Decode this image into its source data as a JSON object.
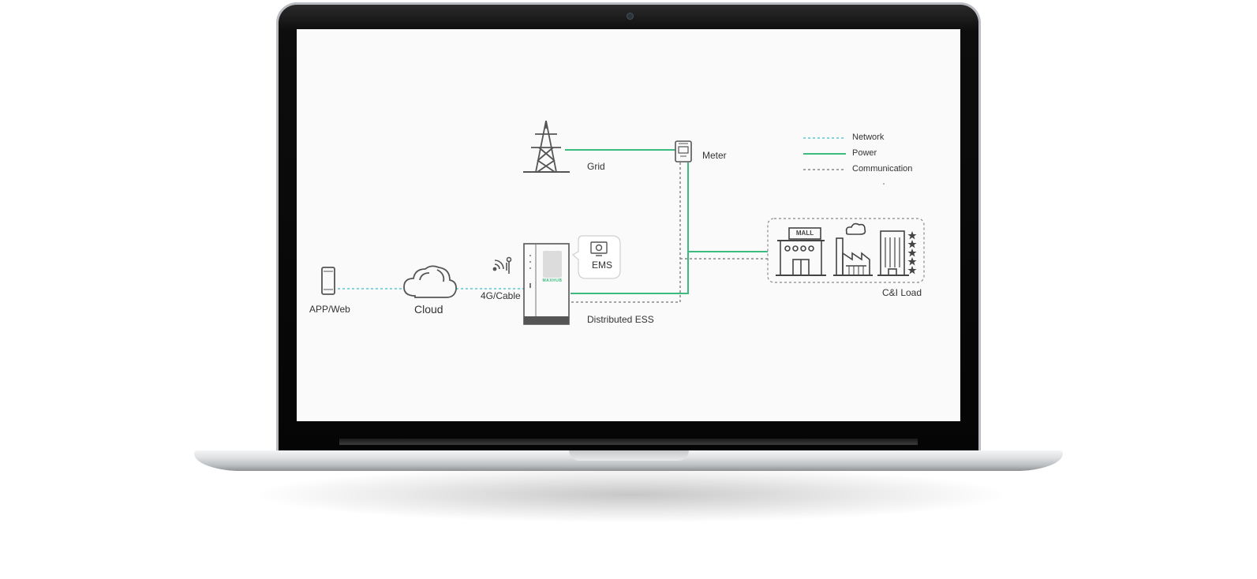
{
  "diagram": {
    "nodes": {
      "app": "APP/Web",
      "cloud": "Cloud",
      "link": "4G/Cable",
      "ess": "Distributed ESS",
      "ess_brand": "MAXHUB",
      "ems": "EMS",
      "grid": "Grid",
      "meter": "Meter",
      "load": "C&I Load",
      "mall_sign": "MALL"
    },
    "legend": {
      "network": "Network",
      "power": "Power",
      "communication": "Communication"
    },
    "colors": {
      "network": "#5bc8d6",
      "power": "#3dbb7e",
      "communication": "#888888",
      "icon": "#555555"
    }
  }
}
